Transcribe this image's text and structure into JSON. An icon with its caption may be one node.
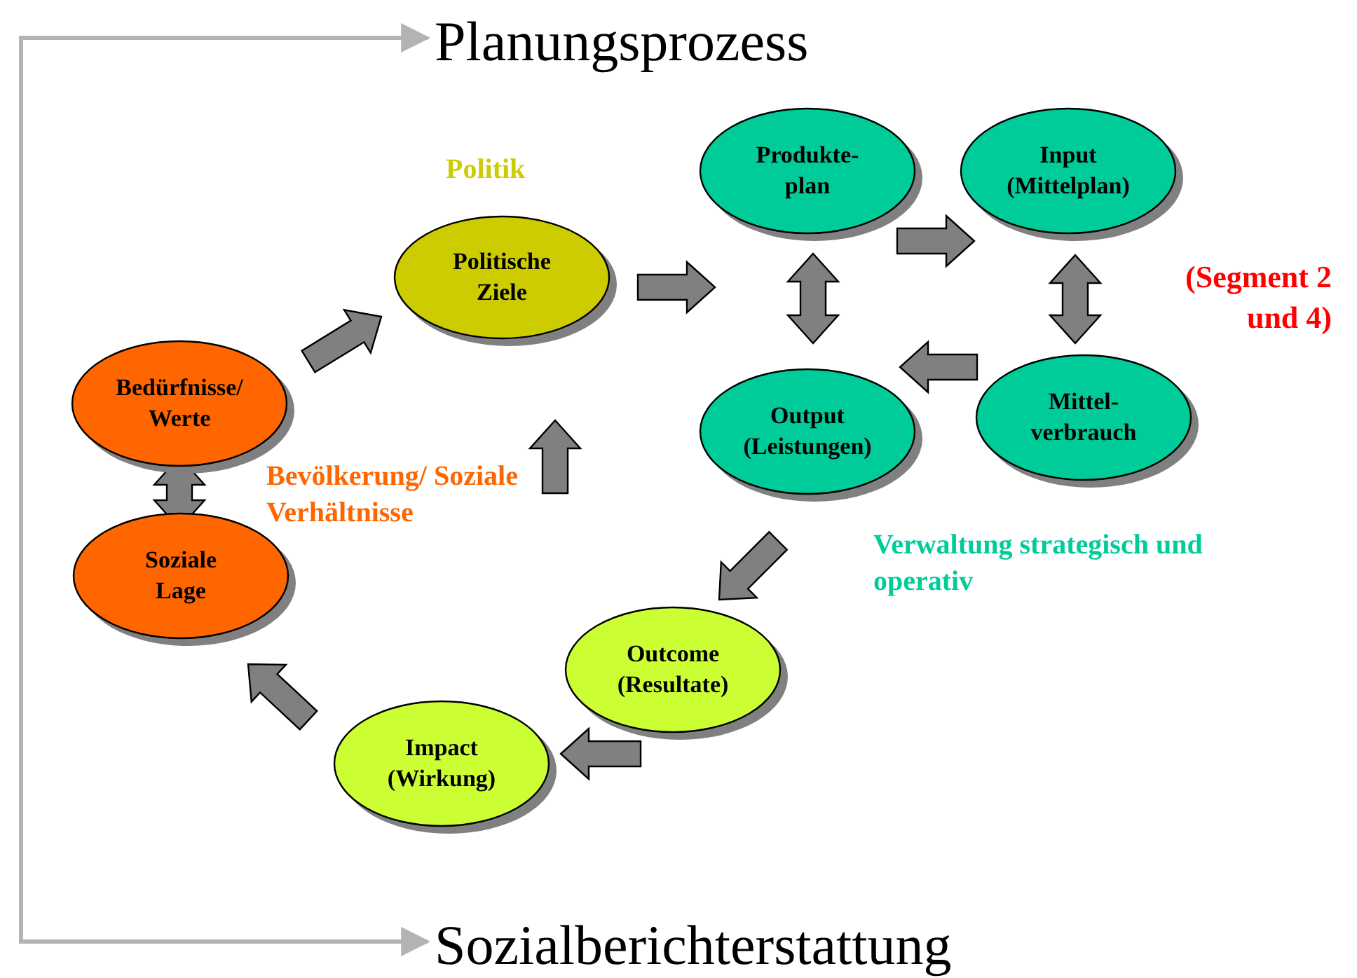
{
  "diagram": {
    "nodes": [
      {
        "text": [
          "Planungsprozess"
        ]
      },
      {
        "text": [
          "Politische Ziele"
        ]
      },
      {
        "text": [
          "Produkte- plan"
        ]
      },
      {
        "text": [
          "Input (Mittelplan)"
        ]
      },
      {
        "text": [
          "Bedürfnisse/ Werte"
        ]
      },
      {
        "text": [
          "Output (Leistungen)"
        ]
      },
      {
        "text": [
          "Mittel- verbrauch"
        ]
      },
      {
        "text": [
          "Bevölkerung/ Soziale Verhältnisse"
        ]
      },
      {
        "text": [
          "Soziale Lage"
        ]
      },
      {
        "text": [
          "Outcome (Resultate)"
        ]
      },
      {
        "text": [
          "Impact (Wirkung)"
        ]
      },
      {
        "text": [
          "Sozialberichterstattung"
        ]
      }
    ],
    "edges": [
      {
        "from": 4,
        "to": 1,
        "arrow": "to"
      },
      {
        "from": 1,
        "to": 2,
        "arrow": "to"
      },
      {
        "from": 2,
        "to": 3,
        "arrow": "to"
      },
      {
        "from": 2,
        "to": 5,
        "arrow": "both"
      },
      {
        "from": 3,
        "to": 6,
        "arrow": "both"
      },
      {
        "from": 6,
        "to": 5,
        "arrow": "to"
      },
      {
        "from": 5,
        "to": 9,
        "arrow": "to"
      },
      {
        "from": 9,
        "to": 10,
        "arrow": "to"
      },
      {
        "from": 10,
        "to": 8,
        "arrow": "to"
      },
      {
        "from": 4,
        "to": 8,
        "arrow": "both"
      },
      {
        "from": 7,
        "to": 1,
        "arrow": "to"
      },
      {
        "from": 11,
        "to": 0,
        "arrow": "both",
        "color": "#b3b3b3"
      }
    ],
    "labels": [
      "Politik",
      "(Segment 2 und 4)",
      "Verwaltung strategisch und operativ"
    ]
  }
}
